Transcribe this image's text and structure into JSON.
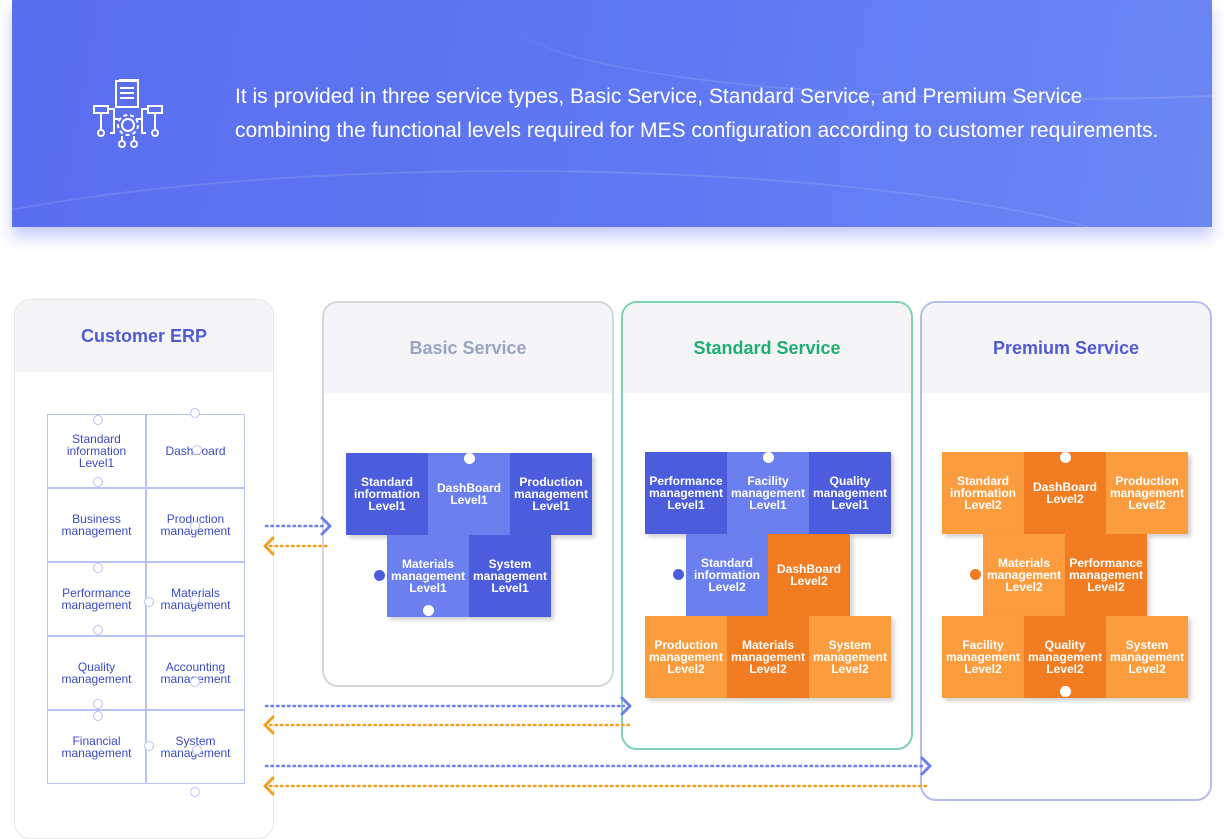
{
  "banner": {
    "icon": "process-gear-icon",
    "line1": "It is provided in three service types, Basic Service, Standard Service, and Premium Service",
    "line2": "combining the functional levels required for MES configuration according to customer requirements."
  },
  "erp": {
    "title": "Customer ERP",
    "cells": [
      [
        "Standard",
        "information",
        "Level1"
      ],
      [
        "DashBoard"
      ],
      [
        "Business",
        "management"
      ],
      [
        "Production",
        "management"
      ],
      [
        "Performance",
        "management"
      ],
      [
        "Materials",
        "management"
      ],
      [
        "Quality",
        "management"
      ],
      [
        "Accounting",
        "management"
      ],
      [
        "Financial",
        "management"
      ],
      [
        "System",
        "management"
      ]
    ]
  },
  "basic": {
    "title": "Basic Service",
    "blocks": [
      [
        "Standard",
        "information",
        "Level1"
      ],
      [
        "DashBoard",
        "Level1"
      ],
      [
        "Production",
        "management",
        "Level1"
      ],
      [
        "Materials",
        "management",
        "Level1"
      ],
      [
        "System",
        "management",
        "Level1"
      ]
    ]
  },
  "standard": {
    "title": "Standard Service",
    "blocks": [
      [
        "Performance",
        "management",
        "Level1"
      ],
      [
        "Facility",
        "management",
        "Level1"
      ],
      [
        "Quality",
        "management",
        "Level1"
      ],
      [
        "Standard",
        "information",
        "Level2"
      ],
      [
        "DashBoard",
        "Level2"
      ],
      [
        "Production",
        "management",
        "Level2"
      ],
      [
        "Materials",
        "management",
        "Level2"
      ],
      [
        "System",
        "management",
        "Level2"
      ]
    ]
  },
  "premium": {
    "title": "Premium Service",
    "blocks": [
      [
        "Standard",
        "information",
        "Level2"
      ],
      [
        "DashBoard",
        "Level2"
      ],
      [
        "Production",
        "management",
        "Level2"
      ],
      [
        "Materials",
        "management",
        "Level2"
      ],
      [
        "Performance",
        "management",
        "Level2"
      ],
      [
        "Facility",
        "management",
        "Level2"
      ],
      [
        "Quality",
        "management",
        "Level2"
      ],
      [
        "System",
        "management",
        "Level2"
      ]
    ]
  },
  "colors": {
    "banner": "#5a6ef0",
    "blue_dark": "#4b5ddc",
    "blue_light": "#6b80ee",
    "orange_dark": "#f27c21",
    "orange_light": "#fb9d3e",
    "arrow_blue": "#6b80ee",
    "arrow_orange": "#f0a020",
    "standard_green": "#1fae72"
  }
}
